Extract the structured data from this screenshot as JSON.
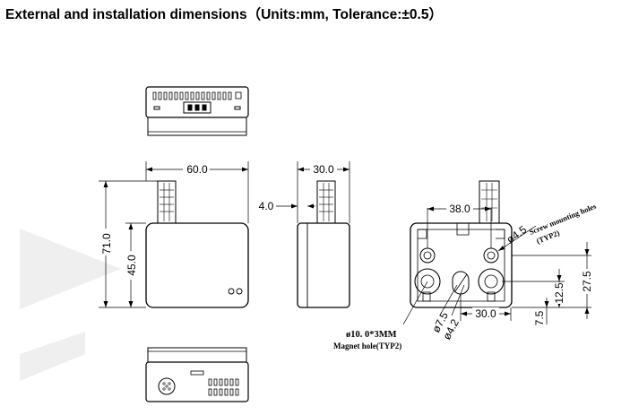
{
  "title": "External and installation dimensions（Units:mm, Tolerance:±0.5）",
  "front_view": {
    "width": "60.0",
    "height_total": "71.0",
    "height_body": "45.0"
  },
  "side_view": {
    "depth": "30.0",
    "offset": "4.0"
  },
  "back_view": {
    "hole_spacing": "38.0",
    "screw_hole": "ø4.5",
    "screw_label": "Screw mounting holes",
    "screw_typ": "(TYP2)",
    "magnet_spacing": "30.0",
    "dim_7_5_diameter": "ø7.5",
    "dim_4_2_diameter": "ø4.2",
    "dim_12_5": "12.5",
    "dim_27_5": "27.5",
    "dim_7_5": "7.5",
    "magnet_hole": "ø10. 0*3MM",
    "magnet_label": "Magnet hole(TYP2)"
  }
}
